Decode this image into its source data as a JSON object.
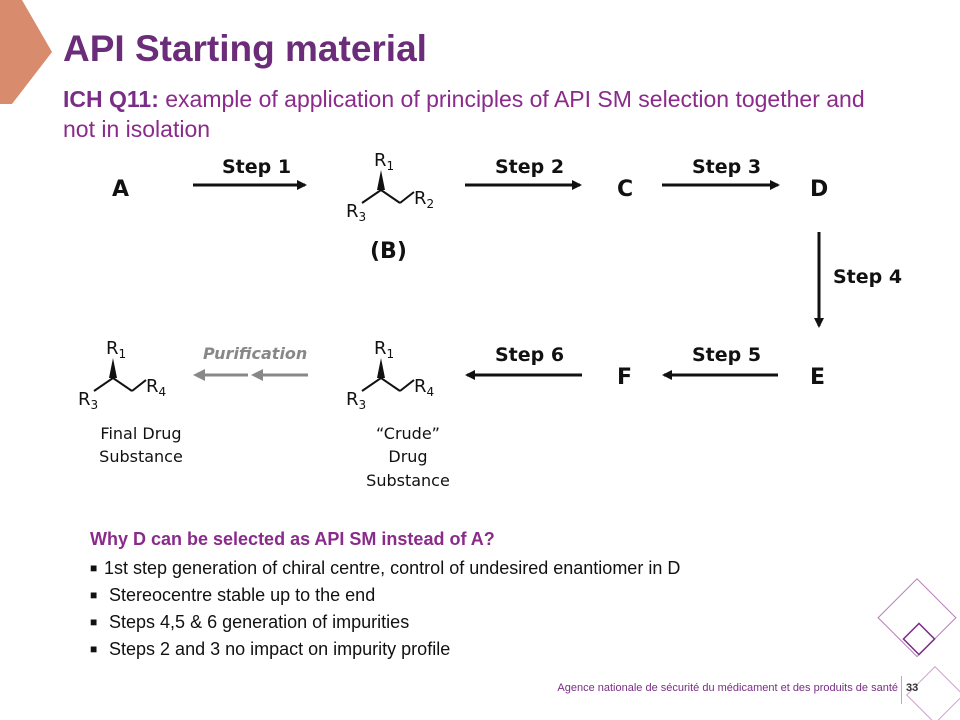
{
  "slide": {
    "title": "API Starting material",
    "subtitle_lead": "ICH Q11:",
    "subtitle_rest": " example of application of principles of API SM selection together and not in isolation",
    "page_number": "33",
    "footer": "Agence nationale de sécurité du médicament et des produits de santé"
  },
  "diagram": {
    "compounds": {
      "a": "A",
      "b_label": "(B)",
      "c": "C",
      "d": "D",
      "e": "E",
      "f": "F"
    },
    "steps": {
      "s1": "Step 1",
      "s2": "Step 2",
      "s3": "Step 3",
      "s4": "Step 4",
      "s5": "Step 5",
      "s6": "Step 6",
      "purification": "Purification"
    },
    "crude_lines": [
      "“Crude”",
      "Drug",
      "Substance"
    ],
    "final_lines": [
      "Final Drug",
      "Substance"
    ]
  },
  "reasons": {
    "question": "Why D can be selected as API SM instead of A?",
    "items": [
      "1st step generation of chiral centre, control of undesired enantiomer in D",
      "Stereocentre stable up to the end",
      "Steps  4,5 & 6 generation of impurities",
      "Steps 2 and 3 no impact on impurity profile"
    ]
  },
  "colors": {
    "title": "#6b2c7a",
    "subtitle": "#8a2a8a",
    "corner_shape": "#d98b6e",
    "arrow": "#111111",
    "purification_arrow": "#888888"
  }
}
